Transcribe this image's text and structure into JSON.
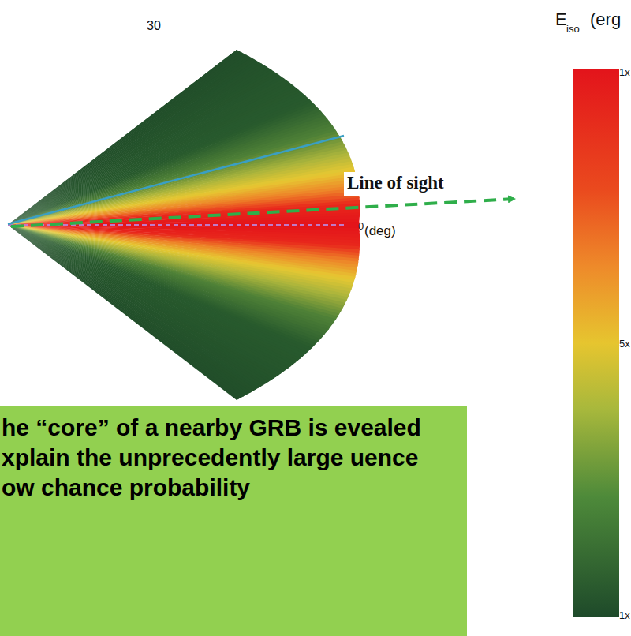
{
  "diagram": {
    "nodes": [
      {
        "text": [
          "he “core” of a nearby GRB is evealed",
          "xplain the unprecedently large uence",
          "ow chance probability"
        ]
      }
    ],
    "labels": [
      "30",
      "Line of sight",
      "0",
      "(deg)",
      "E",
      "iso",
      "(erg",
      "1x",
      "5x",
      "1x"
    ]
  }
}
